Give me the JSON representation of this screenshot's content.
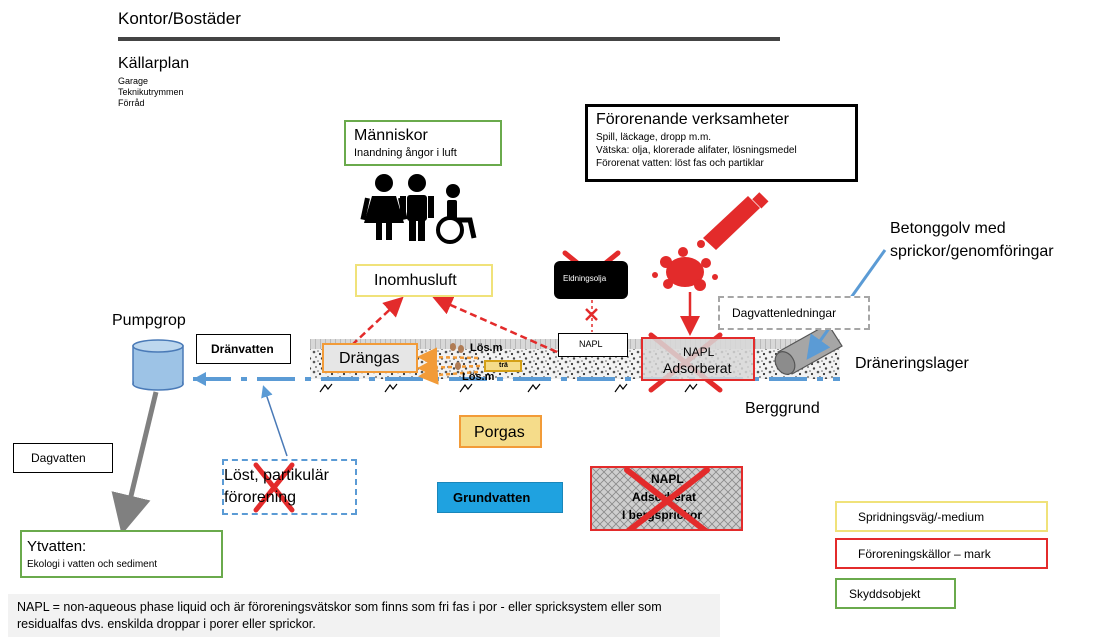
{
  "building": {
    "title": "Kontor/Bostäder",
    "basement_title": "Källarplan",
    "basement_items": [
      "Garage",
      "Teknikutrymmen",
      "Förråd"
    ]
  },
  "receptor": {
    "title": "Människor",
    "subtitle": "Inandning ångor i luft"
  },
  "source_activity": {
    "title": "Förorenande verksamheter",
    "lines": [
      "Spill, läckage, dropp m.m.",
      "Vätska: olja, klorerade alifater, lösningsmedel",
      "Förorenat vatten: löst fas och partiklar"
    ]
  },
  "labels": {
    "indoor_air": "Inomhusluft",
    "pump_pit": "Pumpgrop",
    "drain_water": "Dränvatten",
    "drain_gas": "Drängas",
    "dissolved_1": "Lös.m",
    "dissolved_2": "Lös.m",
    "wood": "trä",
    "oil_tank": "Eldningsolja",
    "napl_small": "NAPL",
    "napl_adsorbed": [
      "NAPL",
      "Adsorberat"
    ],
    "stormwater_pipes": "Dagvattenledningar",
    "concrete_floor": [
      "Betonggolv med",
      "sprickor/genomföringar"
    ],
    "drainage_layer": "Dräneringslager",
    "bedrock": "Berggrund",
    "pore_gas": "Porgas",
    "dissolved_particulate": [
      "Löst, partikulär",
      "förorening"
    ],
    "groundwater": "Grundvatten",
    "napl_bedrock": [
      "NAPL",
      "Adsorberat",
      "I bergsprickor"
    ],
    "stormwater": "Dagvatten",
    "surface_water_title": "Ytvatten:",
    "surface_water_sub": "Ekologi i vatten och sediment"
  },
  "legend": [
    {
      "label": "Spridningsväg/-medium",
      "color": "#f0e27a"
    },
    {
      "label": "Föroreningskällor – mark",
      "color": "#e32b2b"
    },
    {
      "label": "Skyddsobjekt",
      "color": "#6aaa4c"
    }
  ],
  "footnote": "NAPL = non-aqueous phase liquid och är föroreningsvätskor som finns som fri fas i por - eller spricksystem eller som residualfas dvs. enskilda droppar i porer eller sprickor.",
  "colors": {
    "receptor_green": "#6aaa4c",
    "pathway_yellow": "#f0e27a",
    "source_red": "#e32b2b",
    "drain_blue": "#5b9bd5",
    "pore_gas_orange": "#f29b38",
    "groundwater_blue": "#1fa2e0"
  }
}
